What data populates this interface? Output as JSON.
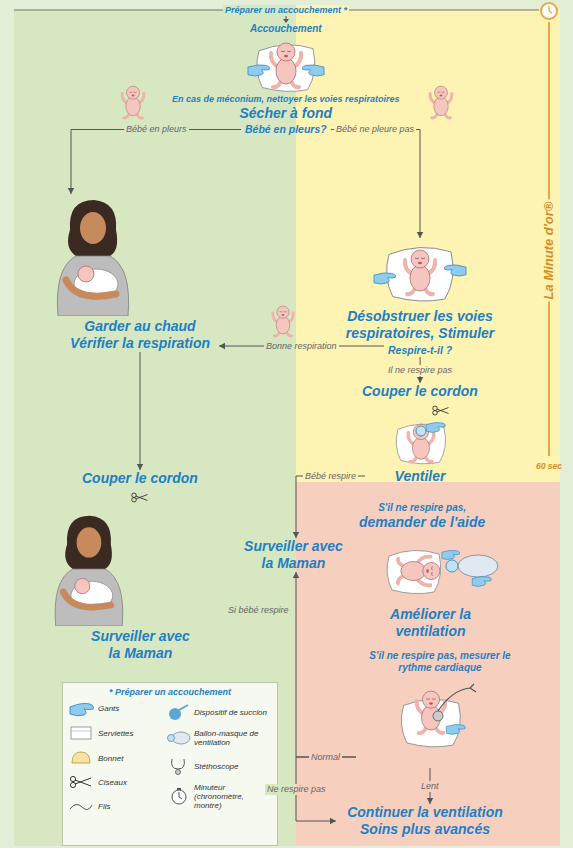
{
  "diagram": {
    "title": "Préparer un accouchement *",
    "nodes": [
      {
        "text": [
          "Accouchement"
        ]
      },
      {
        "text": [
          "En cas de méconium, nettoyer les voies respiratoires",
          "Sécher à fond"
        ]
      },
      {
        "text": [
          "Bébé en pleurs?"
        ]
      },
      {
        "text": [
          "Garder au chaud Vérifier la respiration"
        ]
      },
      {
        "text": [
          "Désobstruer les voies respiratoires, Stimuler"
        ]
      },
      {
        "text": [
          "Respire-t-il ?"
        ]
      },
      {
        "text": [
          "Couper le cordon"
        ]
      },
      {
        "text": [
          "Ventiler"
        ]
      },
      {
        "text": [
          "Couper le cordon"
        ]
      },
      {
        "text": [
          "Surveiller avec la Maman"
        ]
      },
      {
        "text": [
          "S'il ne respire pas,",
          "demander de l'aide"
        ]
      },
      {
        "text": [
          "Surveiller avec la Maman"
        ]
      },
      {
        "text": [
          "Améliorer la ventilation"
        ]
      },
      {
        "text": [
          "S'il ne respire pas, mesurer le rythme cardiaque"
        ]
      },
      {
        "text": [
          "Continuer la ventilation Soins plus avancés"
        ]
      }
    ],
    "edges": [
      {
        "from": 2,
        "to": 3,
        "label": "Bébé en pleurs",
        "arrow": "to"
      },
      {
        "from": 2,
        "to": 4,
        "label": "Bébé ne pleure pas",
        "arrow": "to"
      },
      {
        "from": 5,
        "to": 3,
        "label": "Bonne respiration",
        "arrow": "to"
      },
      {
        "from": 5,
        "to": 6,
        "label": "Il ne respire pas",
        "arrow": "to"
      },
      {
        "from": 3,
        "to": 8,
        "arrow": "to"
      },
      {
        "from": 7,
        "to": 9,
        "label": "Bébé respire",
        "arrow": "to"
      },
      {
        "from": 13,
        "to": 9,
        "label": "Normal",
        "arrow": "to"
      },
      {
        "from": 13,
        "to": 14,
        "label": "Ne respire pas",
        "arrow": "to"
      },
      {
        "from": 13,
        "to": 14,
        "label": "Lent",
        "arrow": "to"
      }
    ],
    "labels": [
      "La Minute d'or®",
      "60 sec",
      "Si bébé respire",
      "* Préparer un accouchement"
    ],
    "legend": [
      {
        "text": "Gants"
      },
      {
        "text": "Serviettes"
      },
      {
        "text": "Bonnet"
      },
      {
        "text": "Ciseaux"
      },
      {
        "text": "Fils"
      },
      {
        "text": "Dispositif de succion"
      },
      {
        "text": "Ballon-masque de ventilation"
      },
      {
        "text": "Stéthoscope"
      },
      {
        "text": "Minuteur (chronomètre, montre)"
      }
    ]
  }
}
